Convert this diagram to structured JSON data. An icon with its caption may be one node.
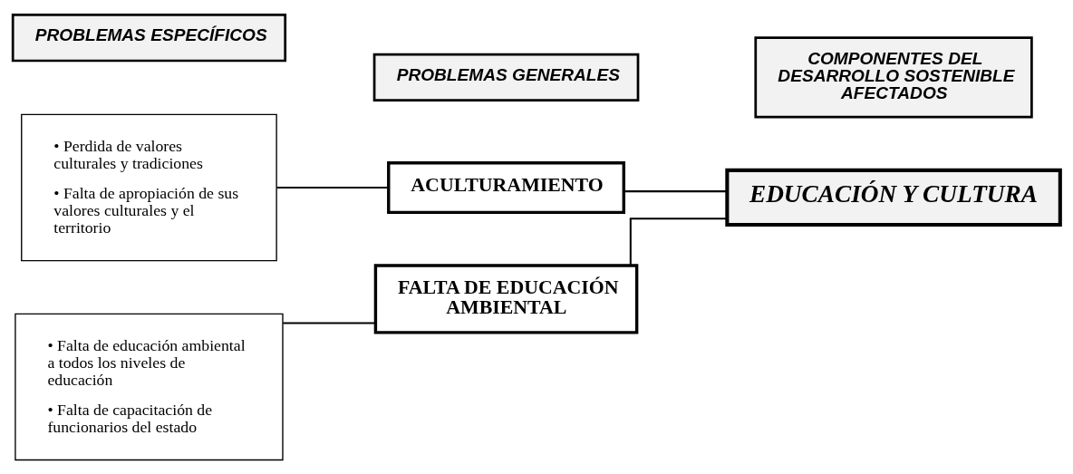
{
  "diagram": {
    "nodes": [
      {
        "text": [
          "PROBLEMAS ESPECÍFICOS"
        ]
      },
      {
        "text": [
          "PROBLEMAS GENERALES"
        ]
      },
      {
        "text": [
          "COMPONENTES DEL DESARROLLO SOSTENIBLE AFECTADOS"
        ]
      },
      {
        "text": [
          "• Perdida de valores culturales y tradiciones",
          "• Falta de apropiación de sus valores culturales y el territorio"
        ]
      },
      {
        "text": [
          "ACULTURAMIENTO"
        ]
      },
      {
        "text": [
          "EDUCACIÓN Y CULTURA"
        ]
      },
      {
        "text": [
          "• Falta de educación ambiental a todos los niveles de educación",
          "• Falta de capacitación de funcionarios del estado"
        ]
      },
      {
        "text": [
          "FALTA DE EDUCACIÓN AMBIENTAL"
        ]
      }
    ],
    "edges": [
      {
        "from": 3,
        "to": 4,
        "arrow": "none"
      },
      {
        "from": 4,
        "to": 5,
        "arrow": "none"
      },
      {
        "from": 6,
        "to": 7,
        "arrow": "none"
      },
      {
        "from": 7,
        "to": 5,
        "arrow": "none"
      }
    ]
  }
}
